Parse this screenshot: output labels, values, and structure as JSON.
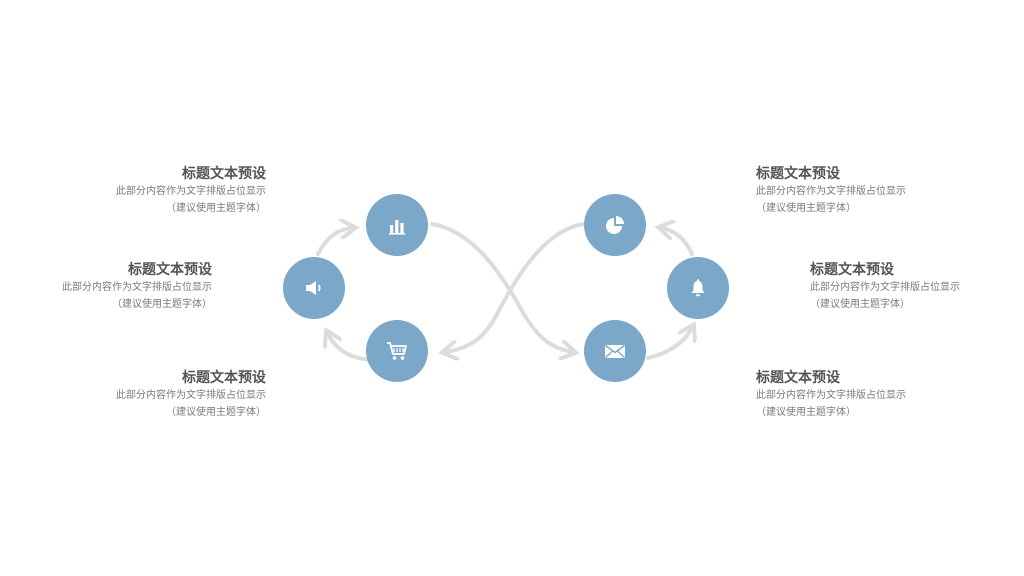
{
  "colors": {
    "node": "#7ba7c8",
    "arrow": "#dcdcdc",
    "title": "#555555",
    "body": "#7a7a7a"
  },
  "nodes": [
    {
      "id": "chart",
      "icon": "bar-chart-icon"
    },
    {
      "id": "speaker",
      "icon": "speaker-icon"
    },
    {
      "id": "cart",
      "icon": "cart-icon"
    },
    {
      "id": "pie",
      "icon": "pie-chart-icon"
    },
    {
      "id": "bell",
      "icon": "bell-icon"
    },
    {
      "id": "mail",
      "icon": "mail-icon"
    }
  ],
  "text_blocks": {
    "left_top": {
      "title": "标题文本预设",
      "line1": "此部分内容作为文字排版占位显示",
      "line2": "（建议使用主题字体）"
    },
    "left_middle": {
      "title": "标题文本预设",
      "line1": "此部分内容作为文字排版占位显示",
      "line2": "（建议使用主题字体）"
    },
    "left_bottom": {
      "title": "标题文本预设",
      "line1": "此部分内容作为文字排版占位显示",
      "line2": "（建议使用主题字体）"
    },
    "right_top": {
      "title": "标题文本预设",
      "line1": "此部分内容作为文字排版占位显示",
      "line2": "（建议使用主题字体）"
    },
    "right_middle": {
      "title": "标题文本预设",
      "line1": "此部分内容作为文字排版占位显示",
      "line2": "（建议使用主题字体）"
    },
    "right_bottom": {
      "title": "标题文本预设",
      "line1": "此部分内容作为文字排版占位显示",
      "line2": "（建议使用主题字体）"
    }
  }
}
